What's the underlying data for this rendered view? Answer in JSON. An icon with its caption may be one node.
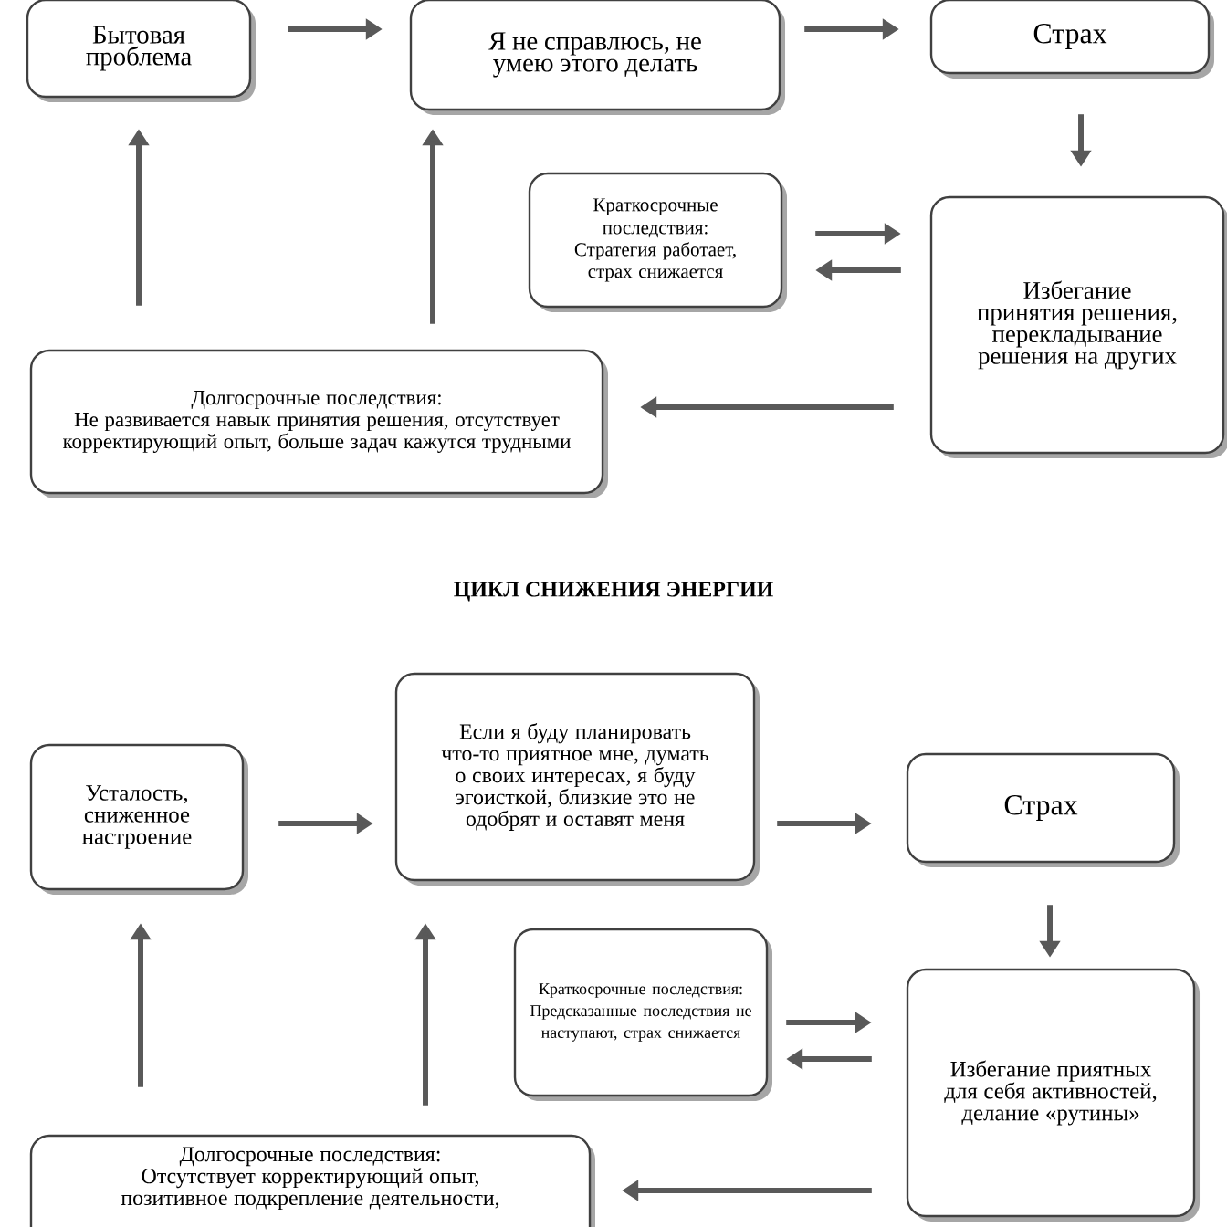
{
  "diagram": {
    "nodes": [
      {
        "text": [
          "Бытовая проблема"
        ]
      },
      {
        "text": [
          "Я не справлюсь, не умею этого делать"
        ]
      },
      {
        "text": [
          "Страх"
        ]
      },
      {
        "text": [
          "Краткосрочные последствия:",
          "Стратегия работает, страх снижается"
        ]
      },
      {
        "text": [
          "Избегание принятия решения, перекладывание решения на других"
        ]
      },
      {
        "text": [
          "Долгосрочные последствия:",
          "Не развивается навык принятия решения, отсутствует корректирующий опыт, больше задач кажутся трудными"
        ]
      },
      {
        "text": [
          "Усталость, сниженное настроение"
        ]
      },
      {
        "text": [
          "Если я буду планировать что-то приятное мне, думать о своих интересах, я буду эгоисткой, близкие это не одобрят и оставят меня"
        ]
      },
      {
        "text": [
          "Страх"
        ]
      },
      {
        "text": [
          "Краткосрочные последствия:",
          "Предсказанные последствия не наступают, страх снижается"
        ]
      },
      {
        "text": [
          "Избегание приятных для себя активностей, делание «рутины»"
        ]
      },
      {
        "text": [
          "Долгосрочные последствия:",
          "Отсутствует корректирующий опыт, позитивное подкрепление деятельности,"
        ]
      }
    ],
    "edges": [
      {
        "from": 0,
        "to": 1,
        "arrow": "to"
      },
      {
        "from": 1,
        "to": 2,
        "arrow": "to"
      },
      {
        "from": 2,
        "to": 4,
        "arrow": "to"
      },
      {
        "from": 3,
        "to": 4,
        "arrow": "to"
      },
      {
        "from": 4,
        "to": 3,
        "arrow": "to"
      },
      {
        "from": 4,
        "to": 5,
        "arrow": "to"
      },
      {
        "from": 5,
        "to": 0,
        "arrow": "to"
      },
      {
        "from": 5,
        "to": 1,
        "arrow": "to"
      },
      {
        "from": 6,
        "to": 7,
        "arrow": "to"
      },
      {
        "from": 7,
        "to": 8,
        "arrow": "to"
      },
      {
        "from": 8,
        "to": 10,
        "arrow": "to"
      },
      {
        "from": 9,
        "to": 10,
        "arrow": "to"
      },
      {
        "from": 10,
        "to": 9,
        "arrow": "to"
      },
      {
        "from": 10,
        "to": 11,
        "arrow": "to"
      },
      {
        "from": 11,
        "to": 6,
        "arrow": "to"
      },
      {
        "from": 11,
        "to": 7,
        "arrow": "to"
      }
    ],
    "labels": [
      "ЦИКЛ СНИЖЕНИЯ ЭНЕРГИИ"
    ]
  }
}
